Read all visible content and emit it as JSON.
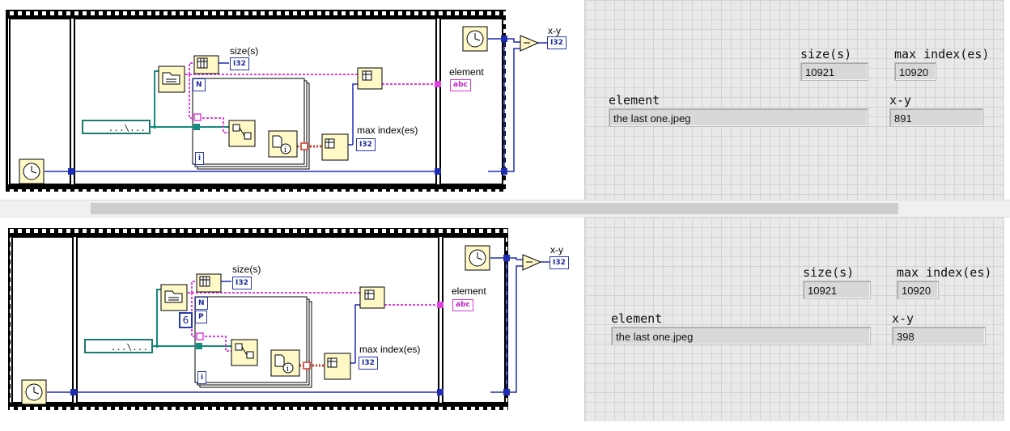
{
  "top": {
    "panel": {
      "size_label": "size(s)",
      "size_value": "10921",
      "maxidx_label": "max index(es)",
      "maxidx_value": "10920",
      "element_label": "element",
      "element_value": "the last one.jpeg",
      "xy_label": "x-y",
      "xy_value": "891"
    },
    "diagram": {
      "size_label": "size(s)",
      "max_label": "max index(es)",
      "element_label": "element",
      "xy_label": "x-y",
      "i32": "I32",
      "abc": "abc",
      "loop_n": "N",
      "loop_i": "i",
      "path_text": "...\\..."
    }
  },
  "bottom": {
    "panel": {
      "size_label": "size(s)",
      "size_value": "10921",
      "maxidx_label": "max index(es)",
      "maxidx_value": "10920",
      "element_label": "element",
      "element_value": "the last one.jpeg",
      "xy_label": "x-y",
      "xy_value": "398"
    },
    "diagram": {
      "size_label": "size(s)",
      "max_label": "max index(es)",
      "element_label": "element",
      "xy_label": "x-y",
      "i32": "I32",
      "abc": "abc",
      "loop_n": "N",
      "loop_p": "P",
      "loop_i": "i",
      "const_six": "6",
      "path_text": "...\\..."
    }
  },
  "colors": {
    "int_wire": "#1f2db5",
    "string_wire": "#e040e0",
    "path_wire": "#158a7e",
    "node_fill": "#fff9c8"
  },
  "icons": [
    "clock-icon",
    "folder-list-icon",
    "array-index-icon",
    "build-path-icon",
    "file-info-icon",
    "max-min-icon",
    "subtract-icon"
  ]
}
